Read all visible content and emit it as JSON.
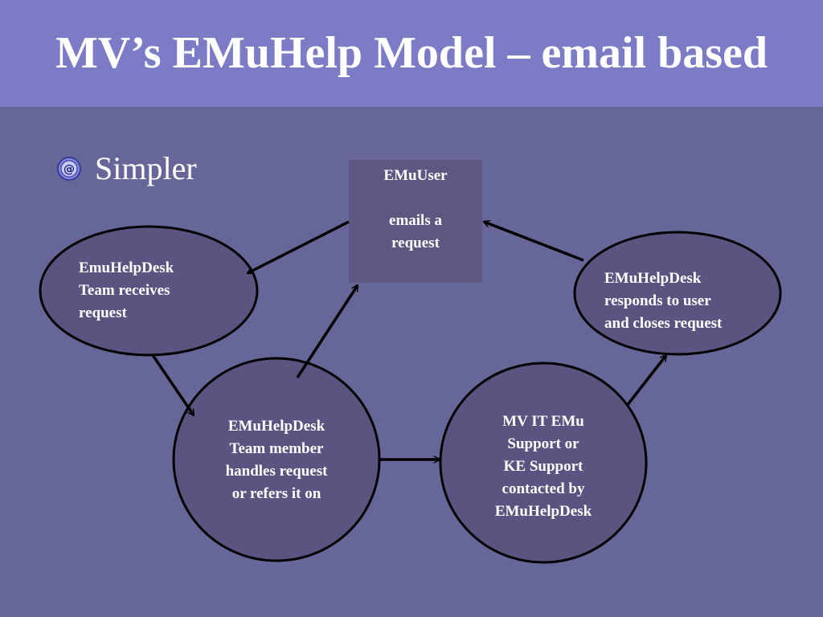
{
  "slide": {
    "title": "MV’s EMuHelp Model – email based",
    "bullet": {
      "icon": "at-sign-bullet-icon",
      "text": "Simpler"
    }
  },
  "nodes": {
    "emu_user": "EMuUser\n\nemails a\nrequest",
    "helpdesk_receives": "EmuHelpDesk\nTeam receives\nrequest",
    "helpdesk_responds": "EMuHelpDesk\nresponds to user\nand closes request",
    "team_member_handles": "EMuHelpDesk\nTeam member\nhandles request\nor refers it on",
    "it_support": "MV IT EMu\nSupport or\nKE Support\ncontacted by\nEMuHelpDesk"
  },
  "colors": {
    "background": "#666699",
    "title_band": "#7b7bc6",
    "node_fill": "#5c5480",
    "box_fill": "#5f5682",
    "stroke": "#000000",
    "text": "#ffffff"
  }
}
